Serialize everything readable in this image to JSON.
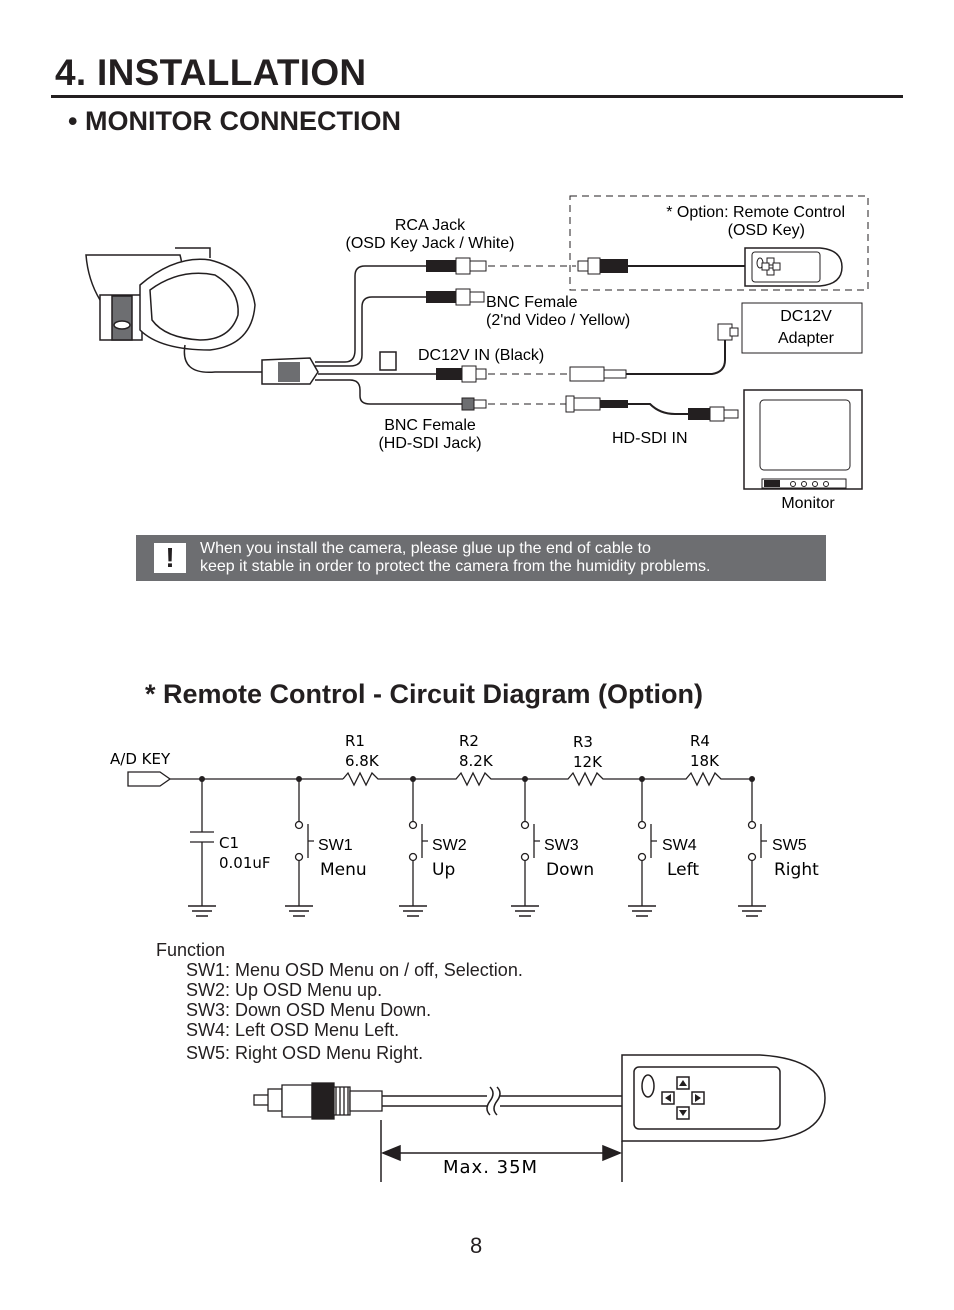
{
  "page": {
    "title": "4. INSTALLATION",
    "subtitle": "• MONITOR CONNECTION",
    "page_number": "8"
  },
  "diagram": {
    "rca_jack": [
      "RCA Jack",
      "(OSD Key Jack / White)"
    ],
    "option": [
      "* Option: Remote Control",
      "(OSD Key)"
    ],
    "bnc_female_video": [
      "BNC Female",
      "(2'nd Video / Yellow)"
    ],
    "dc12v_adapter": [
      "DC12V",
      "Adapter"
    ],
    "dc12v_in": "DC12V IN (Black)",
    "bnc_female_hdsdi": [
      "BNC Female",
      "(HD-SDI Jack)"
    ],
    "hd_sdi_in": "HD-SDI IN",
    "monitor": "Monitor"
  },
  "notice": {
    "line1": "When you install the camera, please glue up the end of cable to",
    "line2": "keep it stable in order to protect the camera from the humidity problems."
  },
  "circuit": {
    "title": "* Remote Control - Circuit Diagram (Option)",
    "input_label": "A/D KEY",
    "capacitor": {
      "name": "C1",
      "value": "0.01uF"
    },
    "resistors": [
      {
        "name": "R1",
        "value": "6.8K"
      },
      {
        "name": "R2",
        "value": "8.2K"
      },
      {
        "name": "R3",
        "value": "12K"
      },
      {
        "name": "R4",
        "value": "18K"
      }
    ],
    "switches": [
      {
        "name": "SW1",
        "function": "Menu"
      },
      {
        "name": "SW2",
        "function": "Up"
      },
      {
        "name": "SW3",
        "function": "Down"
      },
      {
        "name": "SW4",
        "function": "Left"
      },
      {
        "name": "SW5",
        "function": "Right"
      }
    ],
    "max_length": "Max. 35M"
  },
  "functions": {
    "heading": "Function",
    "lines": [
      "SW1: Menu OSD Menu on / off, Selection.",
      "SW2: Up OSD Menu up.",
      "SW3: Down OSD Menu Down.",
      "SW4: Left OSD Menu Left.",
      "SW5: Right OSD Menu Right."
    ]
  }
}
